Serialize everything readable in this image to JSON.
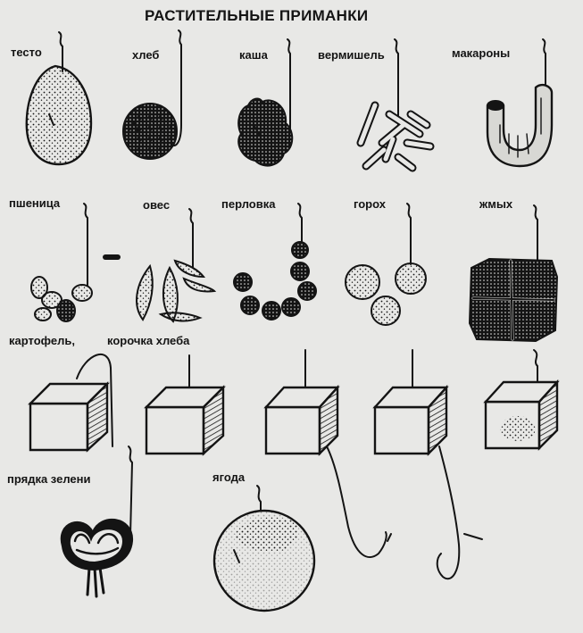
{
  "title": "РАСТИТЕЛЬНЫЕ ПРИМАНКИ",
  "labels": {
    "testo": "тесто",
    "khleb": "хлеб",
    "kasha": "каша",
    "vermishel": "вермишель",
    "makarony": "макароны",
    "pshenitsa": "пшеница",
    "oves": "овес",
    "perlovka": "перловка",
    "gorokh": "горох",
    "zhmykh": "жмых",
    "kartofel": "картофель,",
    "korochka": "корочка хлеба",
    "pryadka": "прядка зелени",
    "yagoda": "ягода"
  },
  "colors": {
    "paper": "#e8e8e6",
    "ink": "#141414"
  }
}
